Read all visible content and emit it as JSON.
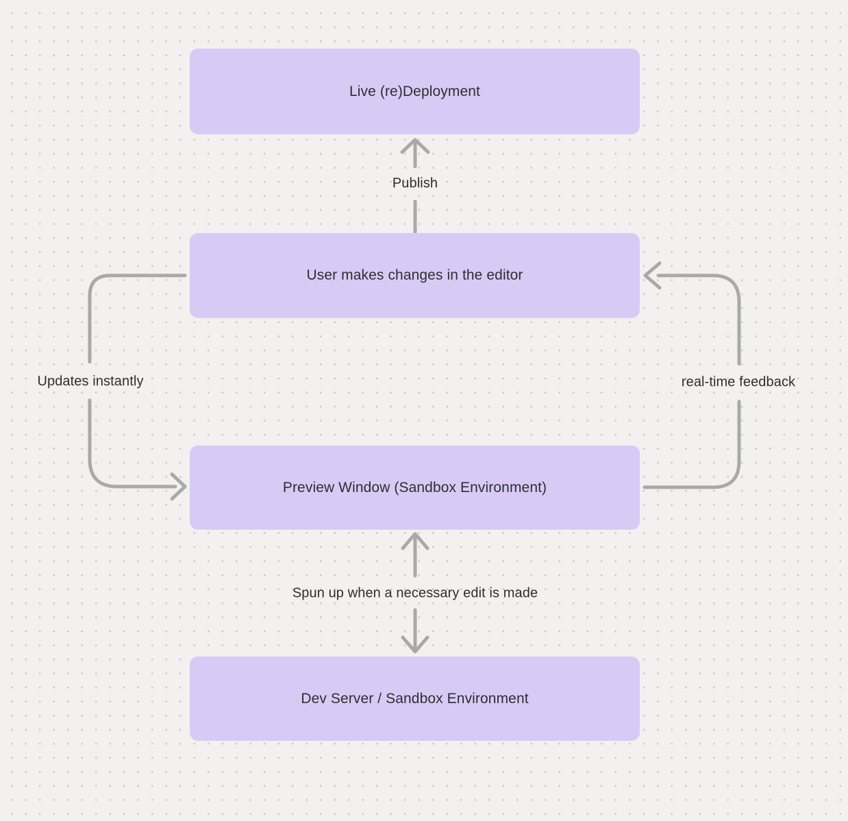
{
  "canvas": {
    "background_color": "#f2f1ef",
    "dot_grid_color": "#c7c6c4",
    "node_fill_color": "#d7cbf6",
    "arrow_color": "#a9a9a9",
    "text_color": "#2e2e2e"
  },
  "nodes": [
    {
      "id": "live-deployment",
      "label": "Live (re)Deployment"
    },
    {
      "id": "editor",
      "label": "User makes changes in the editor"
    },
    {
      "id": "preview",
      "label": "Preview Window (Sandbox Environment)"
    },
    {
      "id": "dev-server",
      "label": "Dev Server / Sandbox Environment"
    }
  ],
  "edges": [
    {
      "id": "publish",
      "from": "editor",
      "to": "live-deployment",
      "label": "Publish",
      "bidirectional": false
    },
    {
      "id": "updates-instantly",
      "from": "editor",
      "to": "preview",
      "label": "Updates instantly",
      "bidirectional": false
    },
    {
      "id": "realtime-feedback",
      "from": "preview",
      "to": "editor",
      "label": "real-time feedback",
      "bidirectional": false
    },
    {
      "id": "spun-up",
      "from": "dev-server",
      "to": "preview",
      "label": "Spun up when a necessary edit is made",
      "bidirectional": true
    }
  ]
}
